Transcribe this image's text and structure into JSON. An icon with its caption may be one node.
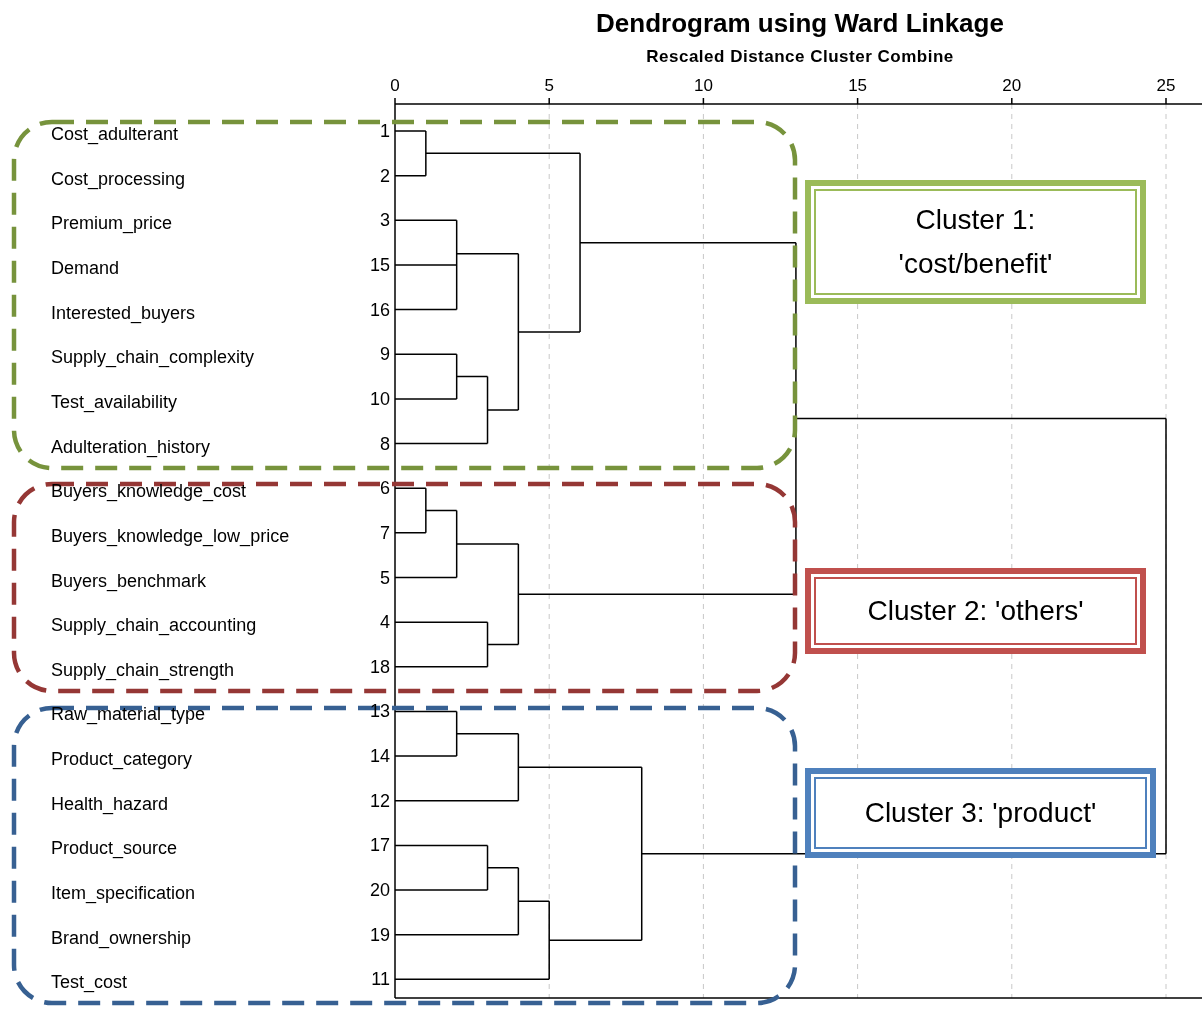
{
  "diagram": {
    "title": "Dendrogram using Ward Linkage",
    "nodes": [
      {
        "text": [],
        "shape": "box"
      },
      {
        "text": [
          "Cost_adulterant"
        ],
        "beside": [
          "1"
        ],
        "in": 0
      },
      {
        "text": [
          "Cost_processing"
        ],
        "beside": [
          "2"
        ],
        "in": 0
      },
      {
        "text": [
          "Premium_price"
        ],
        "beside": [
          "3"
        ],
        "in": 0
      },
      {
        "text": [
          "Demand"
        ],
        "beside": [
          "15"
        ],
        "in": 0
      },
      {
        "text": [
          "Interested_buyers"
        ],
        "beside": [
          "16"
        ],
        "in": 0
      },
      {
        "text": [
          "Supply_chain_complexity"
        ],
        "beside": [
          "9"
        ],
        "in": 0
      },
      {
        "text": [
          "Test_availability"
        ],
        "beside": [
          "10"
        ],
        "in": 0
      },
      {
        "text": [
          "Adulteration_history"
        ],
        "beside": [
          "8"
        ],
        "in": 0
      },
      {
        "text": [],
        "shape": "box"
      },
      {
        "text": [
          "Buyers_knowledge_cost"
        ],
        "beside": [
          "6"
        ],
        "in": 9
      },
      {
        "text": [
          "Buyers_knowledge_low_price"
        ],
        "beside": [
          "7"
        ],
        "in": 9
      },
      {
        "text": [
          "Buyers_benchmark"
        ],
        "beside": [
          "5"
        ],
        "in": 9
      },
      {
        "text": [
          "Supply_chain_accounting"
        ],
        "beside": [
          "4"
        ],
        "in": 9
      },
      {
        "text": [
          "Supply_chain_strength"
        ],
        "beside": [
          "18"
        ],
        "in": 9
      },
      {
        "text": [],
        "shape": "box"
      },
      {
        "text": [
          "Raw_material_type"
        ],
        "beside": [
          "13"
        ],
        "in": 15
      },
      {
        "text": [
          "Product_category"
        ],
        "beside": [
          "14"
        ],
        "in": 15
      },
      {
        "text": [
          "Health_hazard"
        ],
        "beside": [
          "12"
        ],
        "in": 15
      },
      {
        "text": [
          "Product_source"
        ],
        "beside": [
          "17"
        ],
        "in": 15
      },
      {
        "text": [
          "Item_specification"
        ],
        "beside": [
          "20"
        ],
        "in": 15
      },
      {
        "text": [
          "Brand_ownership"
        ],
        "beside": [
          "19"
        ],
        "in": 15
      },
      {
        "text": [
          "Test_cost"
        ],
        "beside": [
          "11"
        ],
        "in": 15
      },
      {
        "text": [
          "Cluster 1: 'cost/benefit'"
        ]
      },
      {
        "text": [
          "Cluster 2: 'others'"
        ]
      },
      {
        "text": [
          "Cluster 3: 'product'"
        ]
      }
    ],
    "labels": [
      "Rescaled Distance Cluster Combine",
      "0",
      "5",
      "10",
      "15",
      "20",
      "25"
    ]
  }
}
